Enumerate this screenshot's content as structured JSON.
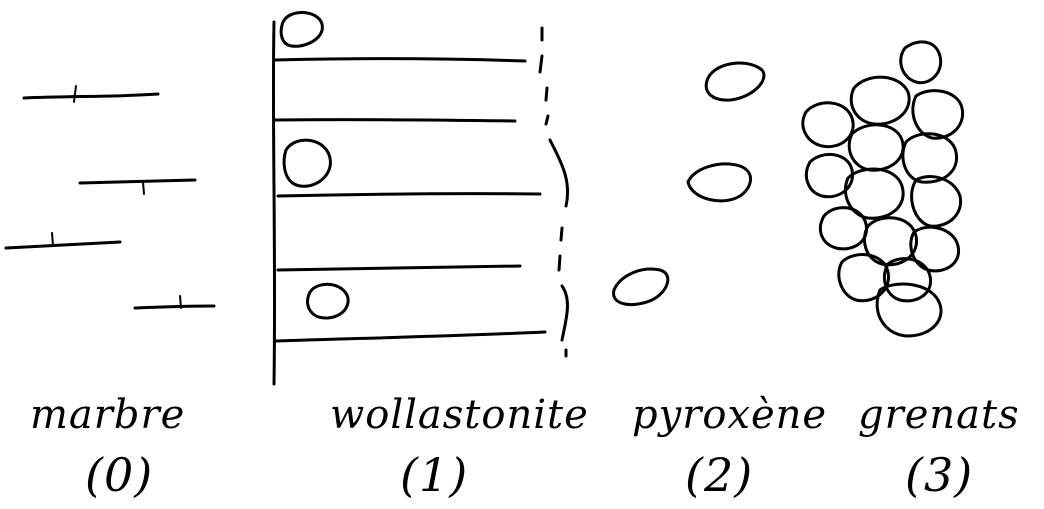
{
  "zones": [
    {
      "name": "marbre",
      "number": "(0)"
    },
    {
      "name": "wollastonite",
      "number": "(1)"
    },
    {
      "name": "pyroxène",
      "number": "(2)"
    },
    {
      "name": "grenats",
      "number": "(3)"
    }
  ]
}
